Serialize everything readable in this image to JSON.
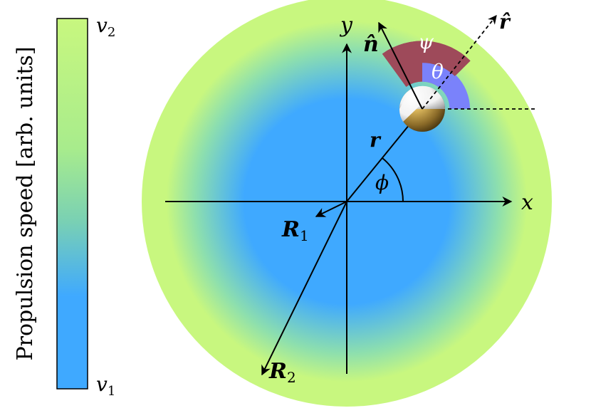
{
  "colorbar": {
    "title": "Propulsion speed [arb. units]",
    "top_label": "v",
    "top_sub": "2",
    "bottom_label": "v",
    "bottom_sub": "1",
    "color_high": "#c8f77f",
    "color_low": "#3fa9ff"
  },
  "diagram": {
    "disk_inner_color": "#3fa9ff",
    "disk_outer_color": "#c8f77f",
    "psi_wedge_color": "#9e4a5a",
    "theta_wedge_color": "#7a82fb",
    "labels": {
      "x_axis": "x",
      "y_axis": "y",
      "r_vec": "r",
      "phi": "ϕ",
      "theta": "θ",
      "psi": "ψ",
      "n_hat": "n̂",
      "r_hat": "r̂",
      "R1": "R",
      "R1_sub": "1",
      "R2": "R",
      "R2_sub": "2"
    }
  }
}
